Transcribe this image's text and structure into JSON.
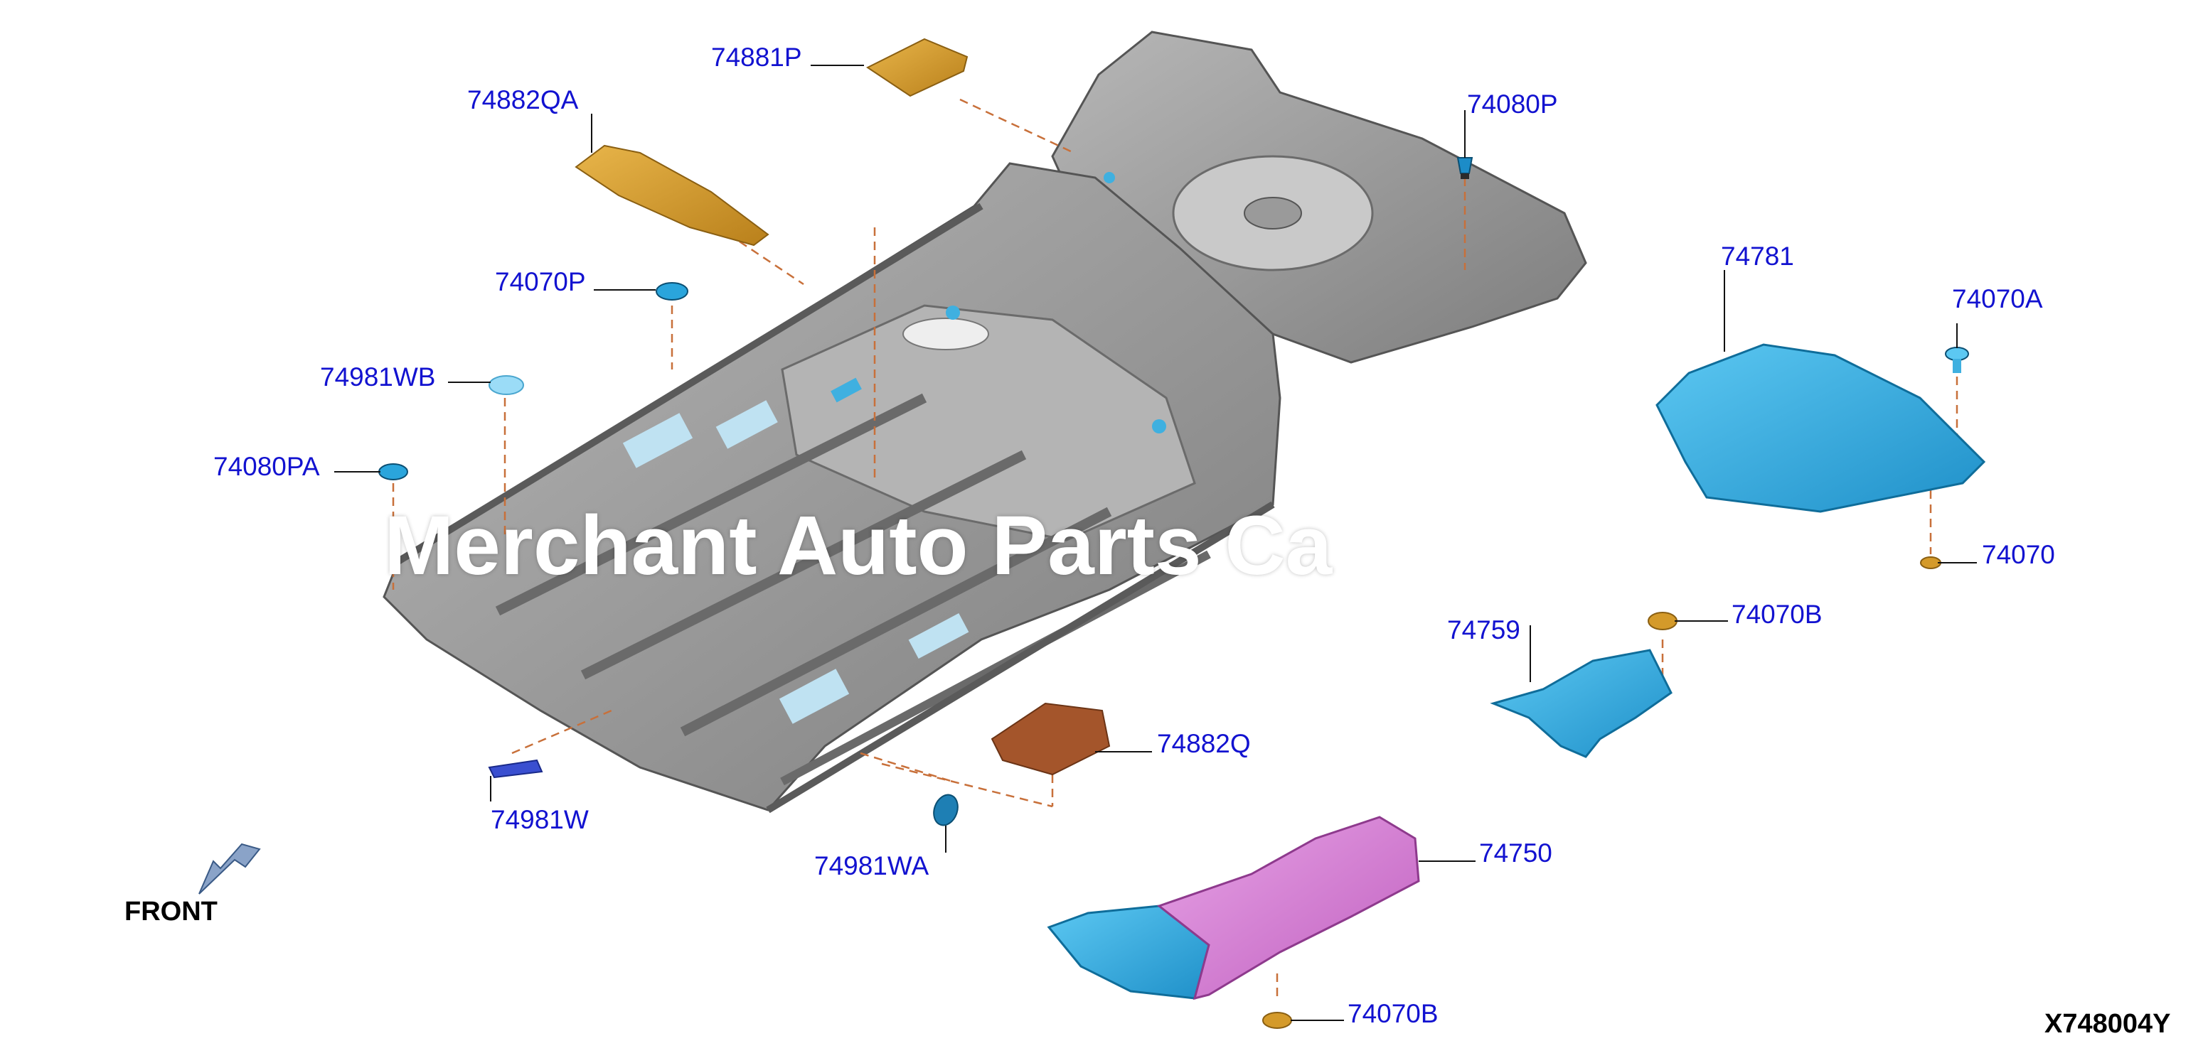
{
  "diagram_code": "X748004Y",
  "front_label": "FRONT",
  "watermark_text": "Merchant Auto Parts Ca",
  "colors": {
    "callout_text": "#1212d0",
    "floor_panel": "#8e8e8e",
    "floor_highlight": "#c9c9c9",
    "gold_insulator": "#d49a2a",
    "brown_insulator": "#a4552b",
    "blue_cover": "#3fb0e0",
    "pink_insulator": "#d27bd0",
    "leader_dash": "#c8703a"
  },
  "callouts": [
    {
      "id": "74881P",
      "text": "74881P"
    },
    {
      "id": "74882QA",
      "text": "74882QA"
    },
    {
      "id": "74080P",
      "text": "74080P"
    },
    {
      "id": "74070P",
      "text": "74070P"
    },
    {
      "id": "74981WB",
      "text": "74981WB"
    },
    {
      "id": "74080PA",
      "text": "74080PA"
    },
    {
      "id": "74781",
      "text": "74781"
    },
    {
      "id": "74070A",
      "text": "74070A"
    },
    {
      "id": "74070_partial",
      "text": "74070"
    },
    {
      "id": "74070B_upper",
      "text": "74070B"
    },
    {
      "id": "74759",
      "text": "74759"
    },
    {
      "id": "74882Q",
      "text": "74882Q"
    },
    {
      "id": "74981W",
      "text": "74981W"
    },
    {
      "id": "74981WA",
      "text": "74981WA"
    },
    {
      "id": "74750",
      "text": "74750"
    },
    {
      "id": "74070B_lower",
      "text": "74070B"
    }
  ],
  "icons": {
    "front_arrow": "front-arrow-icon"
  }
}
